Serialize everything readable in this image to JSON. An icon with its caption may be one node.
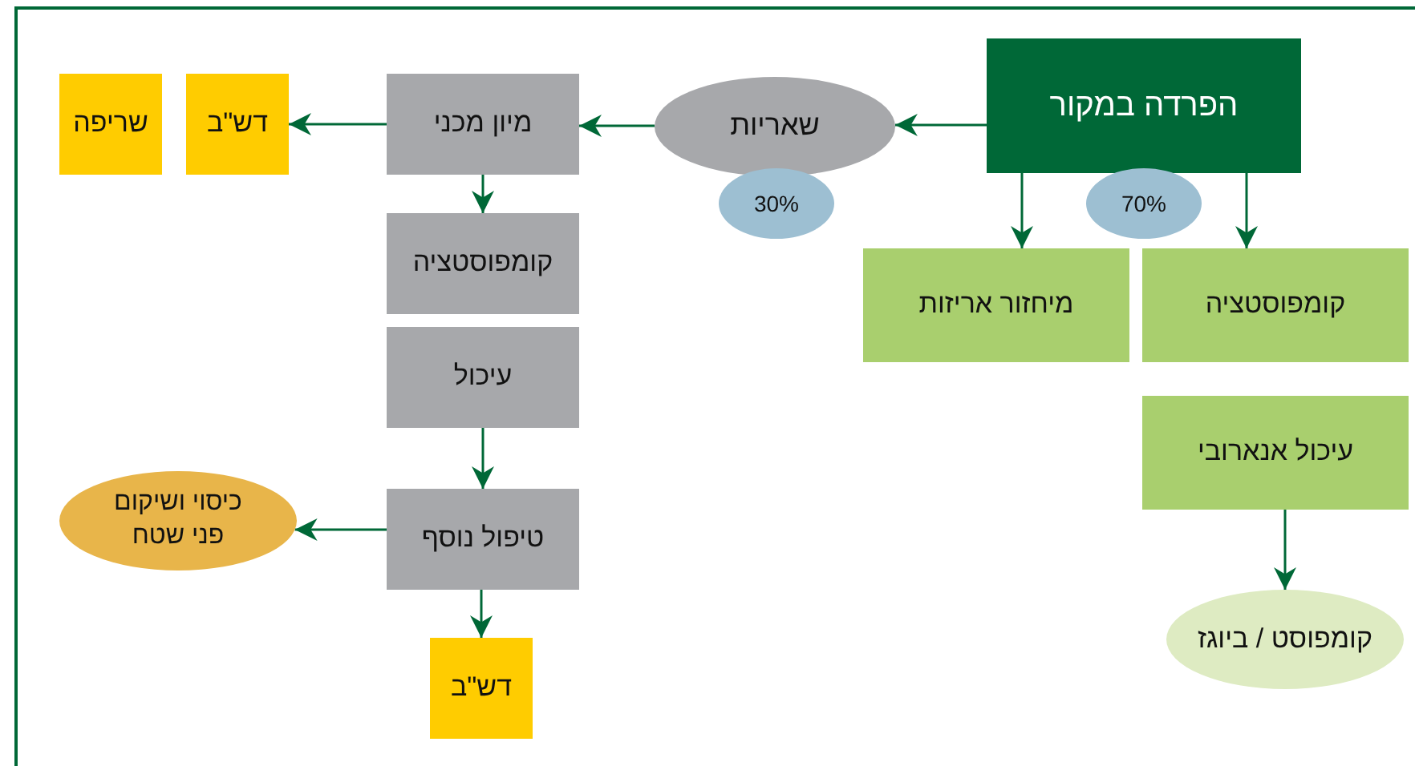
{
  "diagram": {
    "nodes": [
      {
        "text": [
          "הפרדה במקור"
        ]
      },
      {
        "text": [
          "שאריות"
        ]
      },
      {
        "text": [
          "30%"
        ]
      },
      {
        "text": [
          "70%"
        ]
      },
      {
        "text": [
          "מיון מכני"
        ]
      },
      {
        "text": [
          "דש\"ב"
        ]
      },
      {
        "text": [
          "שריפה"
        ]
      },
      {
        "text": [
          "קומפוסטציה"
        ]
      },
      {
        "text": [
          "עיכול"
        ]
      },
      {
        "text": [
          "טיפול נוסף"
        ]
      },
      {
        "text": [
          "כיסוי ושיקום פני שטח"
        ]
      },
      {
        "text": [
          "דש\"ב"
        ]
      },
      {
        "text": [
          "מיחזור אריזות"
        ]
      },
      {
        "text": [
          "קומפוסטציה"
        ]
      },
      {
        "text": [
          "עיכול אנארובי"
        ]
      },
      {
        "text": [
          "קומפוסט / ביוגז"
        ]
      }
    ],
    "edges": [
      {
        "from": 0,
        "to": 1,
        "arrow": "to"
      },
      {
        "from": 1,
        "to": 4,
        "arrow": "to"
      },
      {
        "from": 4,
        "to": 5,
        "arrow": "to"
      },
      {
        "from": 4,
        "to": 7,
        "arrow": "to"
      },
      {
        "from": 8,
        "to": 9,
        "arrow": "to"
      },
      {
        "from": 9,
        "to": 10,
        "arrow": "to"
      },
      {
        "from": 9,
        "to": 11,
        "arrow": "to"
      },
      {
        "from": 0,
        "to": 12,
        "arrow": "to"
      },
      {
        "from": 0,
        "to": 13,
        "arrow": "to"
      },
      {
        "from": 14,
        "to": 15,
        "arrow": "to"
      }
    ]
  }
}
